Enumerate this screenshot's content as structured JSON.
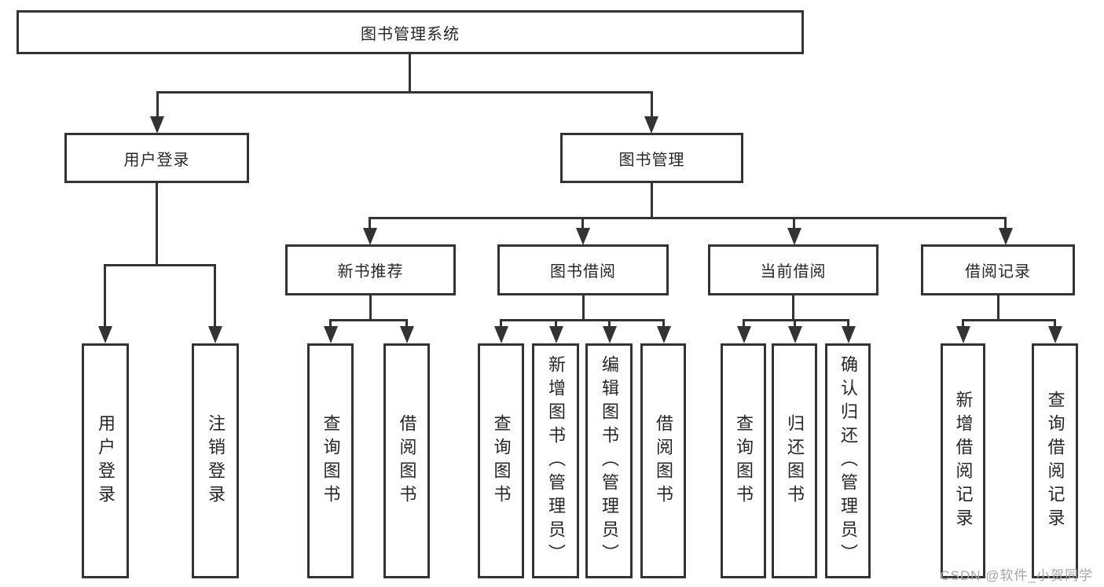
{
  "tree": {
    "root": {
      "label": "图书管理系统"
    },
    "children": [
      {
        "label": "用户登录",
        "children": [
          {
            "label": "用户登录"
          },
          {
            "label": "注销登录"
          }
        ]
      },
      {
        "label": "图书管理",
        "children": [
          {
            "label": "新书推荐",
            "children": [
              {
                "label": "查询图书"
              },
              {
                "label": "借阅图书"
              }
            ]
          },
          {
            "label": "图书借阅",
            "children": [
              {
                "label": "查询图书"
              },
              {
                "label": "新增图书（管理员）"
              },
              {
                "label": "编辑图书（管理员）"
              },
              {
                "label": "借阅图书"
              }
            ]
          },
          {
            "label": "当前借阅",
            "children": [
              {
                "label": "查询图书"
              },
              {
                "label": "归还图书"
              },
              {
                "label": "确认归还（管理员）"
              }
            ]
          },
          {
            "label": "借阅记录",
            "children": [
              {
                "label": "新增借阅记录"
              },
              {
                "label": "查询借阅记录"
              }
            ]
          }
        ]
      }
    ]
  },
  "watermark": {
    "text": "CSDN @软件_小贺同学"
  },
  "colors": {
    "line": "#333333",
    "text": "#262626",
    "bg": "#ffffff",
    "watermark": "#a6a6a6"
  }
}
